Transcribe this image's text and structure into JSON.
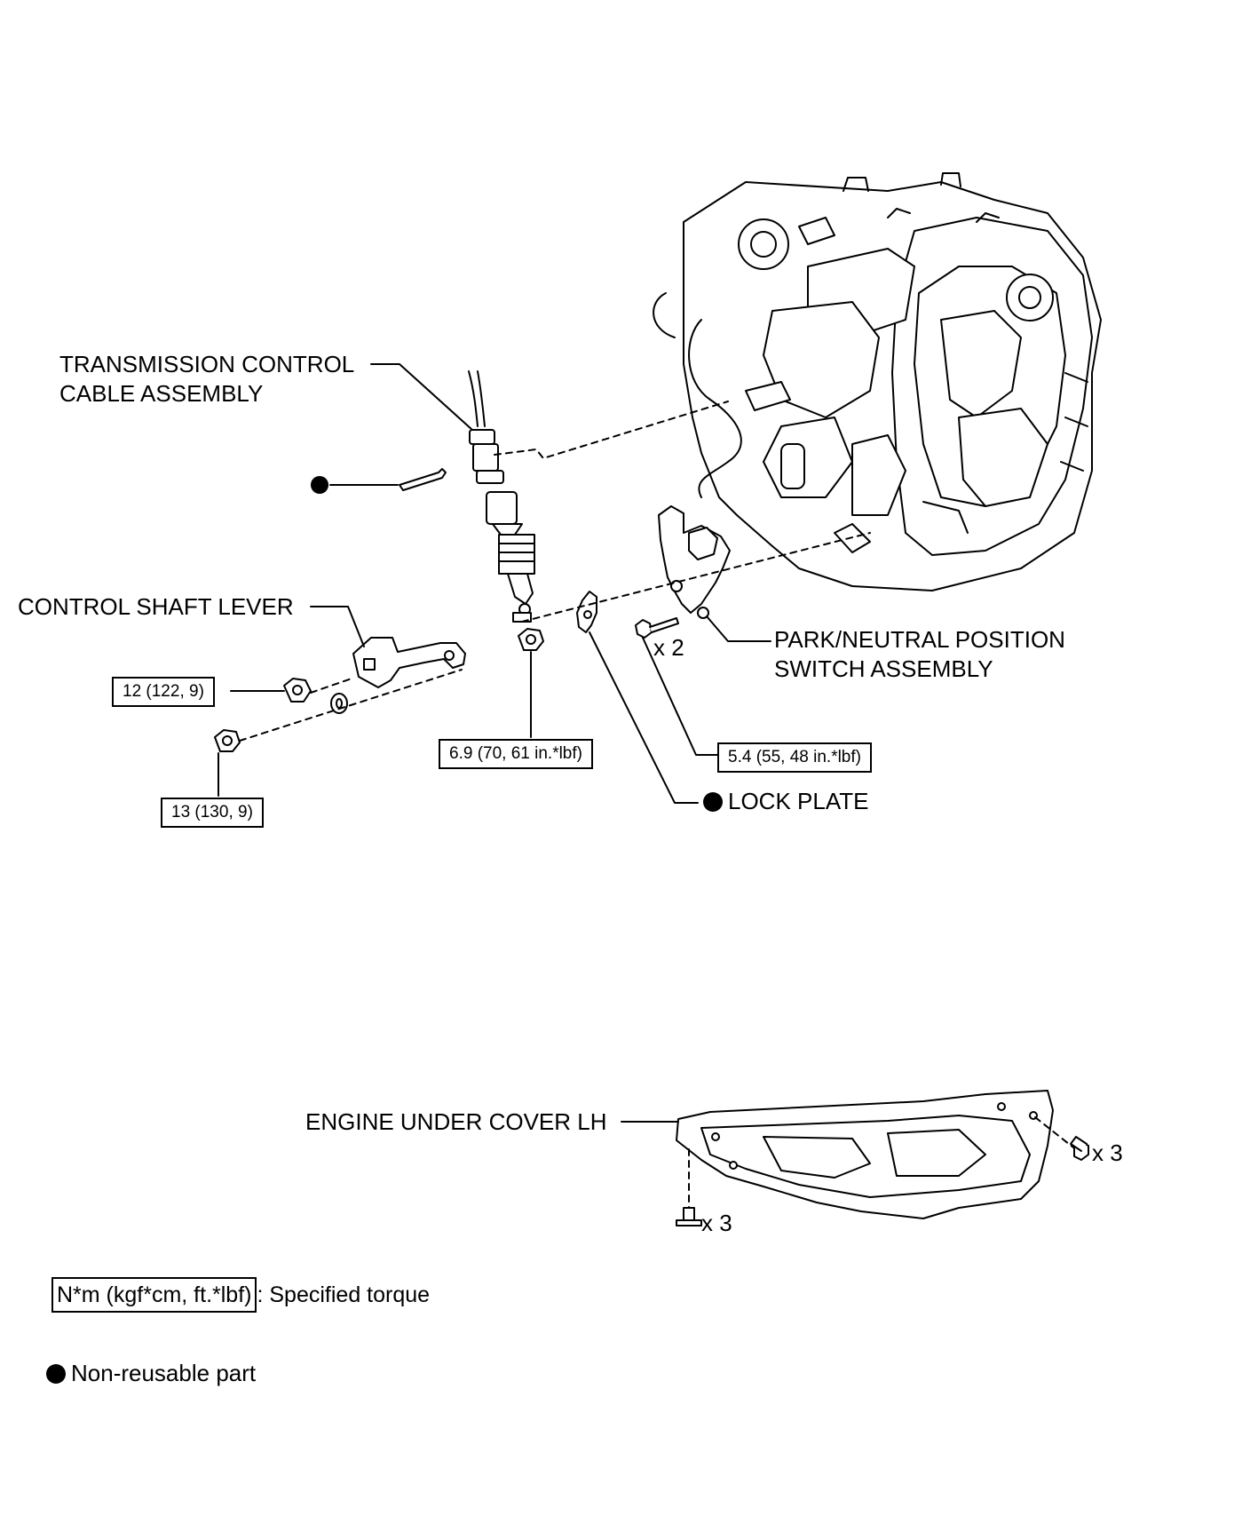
{
  "labels": {
    "cable": [
      "TRANSMISSION CONTROL",
      "CABLE ASSEMBLY"
    ],
    "control_shaft_lever": "CONTROL SHAFT LEVER",
    "pnp_switch": [
      "PARK/NEUTRAL POSITION",
      "SWITCH ASSEMBLY"
    ],
    "lock_plate": "LOCK PLATE",
    "under_cover": "ENGINE UNDER COVER LH",
    "bolt_qty_switch": "x 2",
    "bolt_qty_cover_right": "x 3",
    "bolt_qty_cover_bottom": "x 3"
  },
  "torques": {
    "lever_nut_washer": "12 (122, 9)",
    "lever_nut_lower": "13 (130, 9)",
    "cable_nut": "6.9 (70, 61 in.*lbf)",
    "switch_bolt": "5.4 (55, 48 in.*lbf)"
  },
  "legend": {
    "torque_unit": "N*m (kgf*cm, ft.*lbf)",
    "torque_desc": ": Specified torque",
    "nonreusable": "Non-reusable part"
  }
}
